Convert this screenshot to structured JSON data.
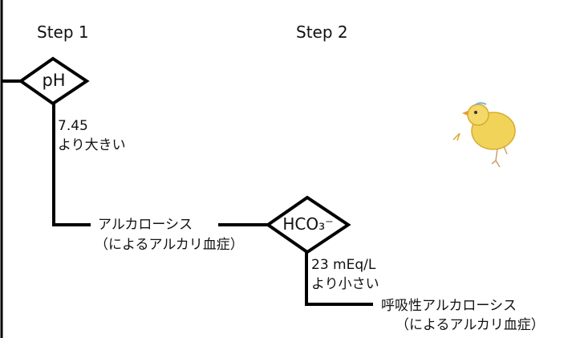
{
  "steps": {
    "step1": "Step 1",
    "step2": "Step 2"
  },
  "nodes": {
    "ph": "pH",
    "hco3": "HCO₃⁻"
  },
  "edges": {
    "ph_condition_value": "7.45",
    "ph_condition_text": "より大きい",
    "hco3_condition_value": "23 mEq/L",
    "hco3_condition_text": "より小さい"
  },
  "outcomes": {
    "alkalosis_line1": "アルカローシス",
    "alkalosis_line2": "（によるアルカリ血症）",
    "resp_alkalosis_line1": "呼吸性アルカローシス",
    "resp_alkalosis_line2": "（によるアルカリ血症）"
  },
  "icons": {
    "mascot": "duckling-icon"
  },
  "colors": {
    "line": "#000000",
    "duck_body": "#f2d35a",
    "duck_beak": "#e89a3a"
  }
}
